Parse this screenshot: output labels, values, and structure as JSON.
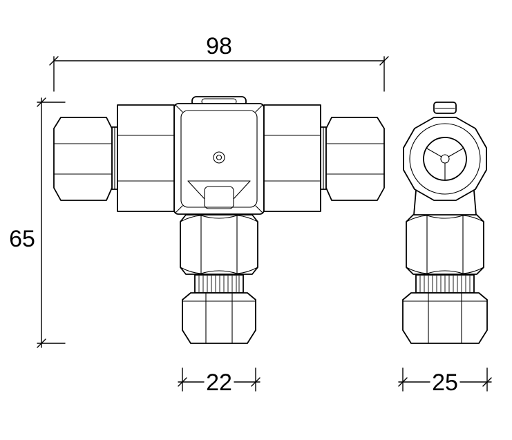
{
  "page": {
    "background": "#ffffff",
    "line_color": "#000000"
  },
  "drawing": {
    "kind": "technical-dimension-drawing",
    "views": [
      {
        "id": "front-view",
        "label": "front view of T cable connector"
      },
      {
        "id": "side-view",
        "label": "side view of T cable connector"
      }
    ],
    "dimensions": {
      "overall_width": "98",
      "overall_height": "65",
      "front_gland_width": "22",
      "side_gland_width": "25"
    }
  }
}
